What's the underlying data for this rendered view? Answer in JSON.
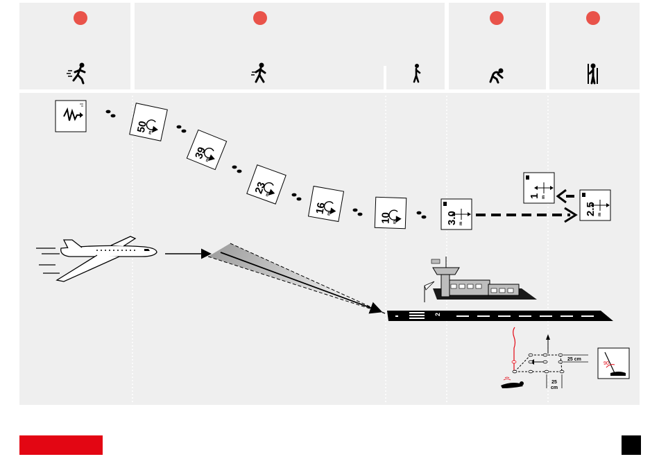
{
  "colors": {
    "panel_bg": "#efefef",
    "marker_red": "#e9534a",
    "accent_red": "#e30613",
    "ink": "#000000",
    "divider": "#ffffff"
  },
  "phases": [
    {
      "icon": "running-person-icon"
    },
    {
      "icon": "walking-person-icon"
    },
    {
      "icon": "slow-walking-person-icon"
    },
    {
      "icon": "crouching-person-icon"
    },
    {
      "icon": "standing-person-with-pole-icon"
    }
  ],
  "device_readings": [
    {
      "value": "50",
      "unit": "m"
    },
    {
      "value": "39",
      "unit": "m"
    },
    {
      "value": "23",
      "unit": "m"
    },
    {
      "value": "16",
      "unit": "m"
    },
    {
      "value": "10",
      "unit": "m"
    },
    {
      "value": "3.0",
      "unit": "m"
    },
    {
      "value": "1",
      "unit": "m"
    },
    {
      "value": "2.5",
      "unit": "m"
    }
  ],
  "runway": {
    "number": "2"
  },
  "grid_labels": {
    "horizontal": "25 cm",
    "vertical_number": "25",
    "vertical_unit": "cm"
  },
  "probe_angle": "90"
}
